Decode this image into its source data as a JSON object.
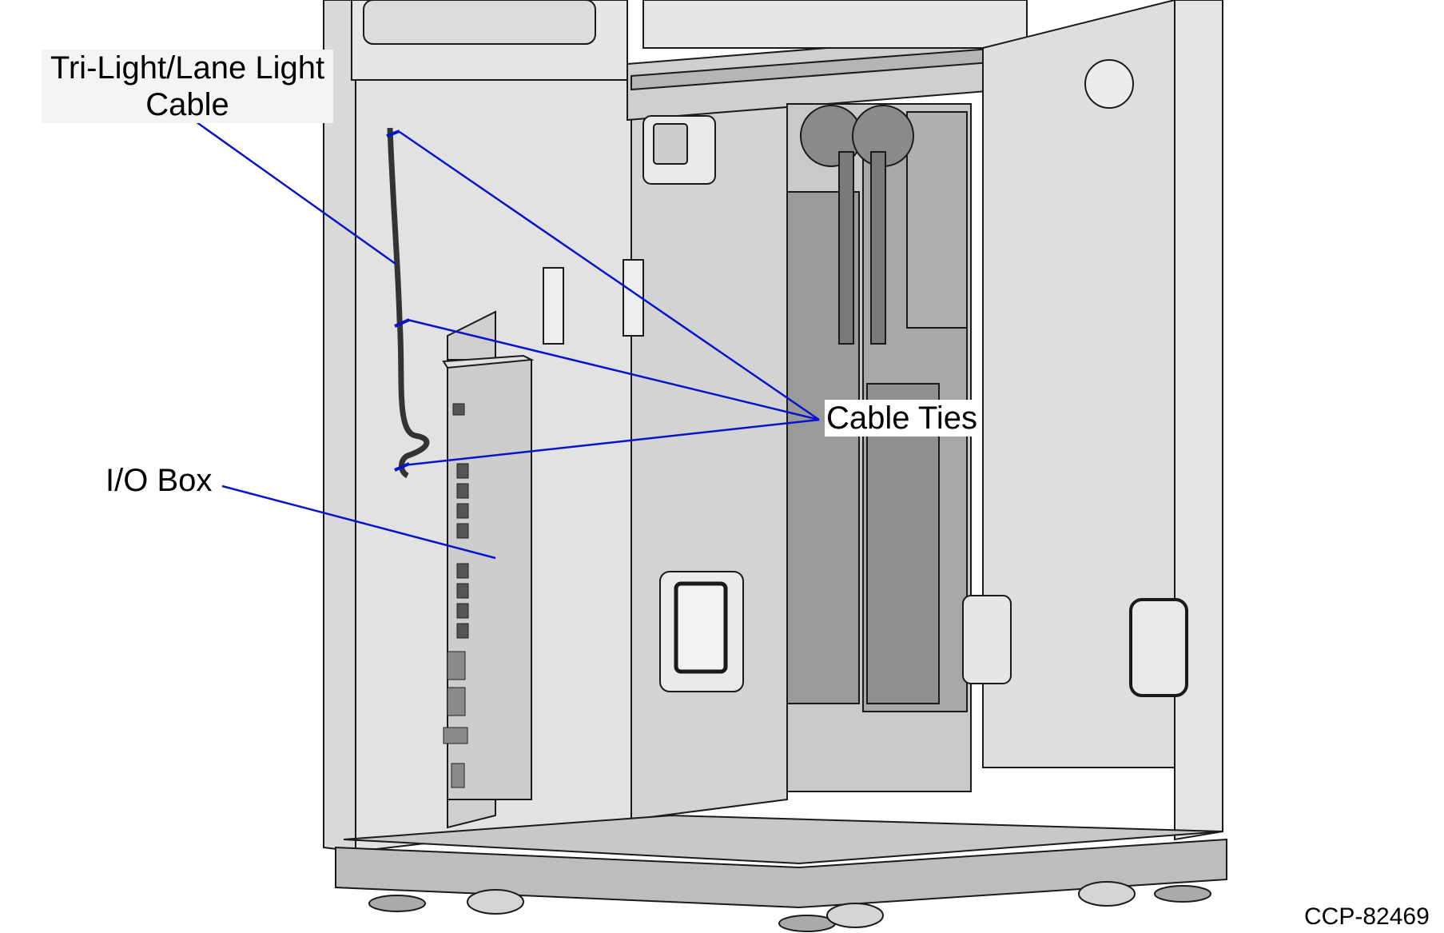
{
  "labels": {
    "tri_light_line1": "Tri-Light/Lane Light",
    "tri_light_line2": "Cable",
    "io_box": "I/O Box",
    "cable_ties": "Cable Ties",
    "figure_id": "CCP-82469"
  },
  "colors": {
    "callout_line": "#0a14c8",
    "panel_fill": "#d9d9d9",
    "panel_dark": "#a8a8a8",
    "rail_fill": "#9a9a9a",
    "outline": "#1a1a1a"
  }
}
